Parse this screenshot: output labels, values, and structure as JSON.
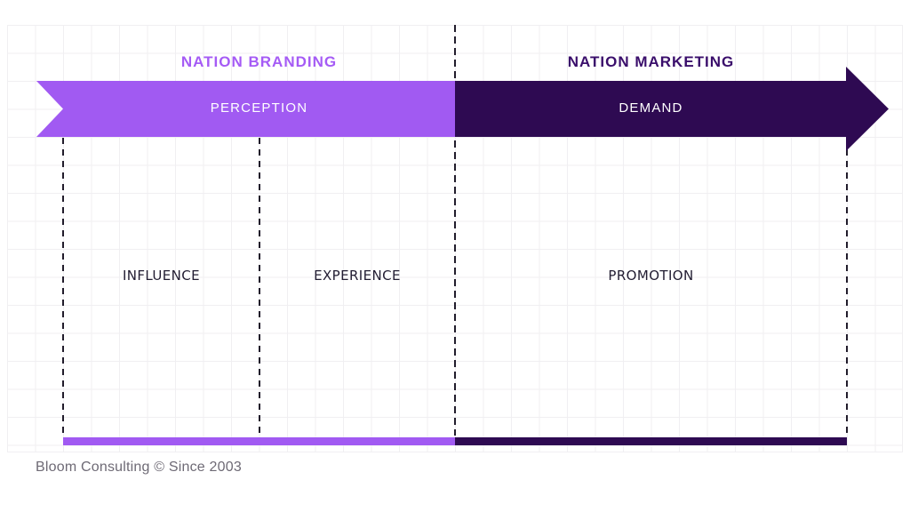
{
  "colors": {
    "background": "#ffffff",
    "grid-line": "#f0eff2",
    "brand-purple": "#a15af2",
    "brand-dark-purple": "#2e0a52",
    "title-purple": "#a55bf5",
    "title-dark": "#3a0e6b",
    "section-label": "#221d32",
    "footer-gray": "#6e6a75",
    "dash": "#211c2b"
  },
  "header": {
    "nation_branding": "NATION BRANDING",
    "nation_marketing": "NATION MARKETING"
  },
  "arrow": {
    "perception_label": "PERCEPTION",
    "demand_label": "DEMAND"
  },
  "sections": {
    "influence": "INFLUENCE",
    "experience": "EXPERIENCE",
    "promotion": "PROMOTION"
  },
  "footer": {
    "credit": "Bloom Consulting © Since 2003"
  }
}
